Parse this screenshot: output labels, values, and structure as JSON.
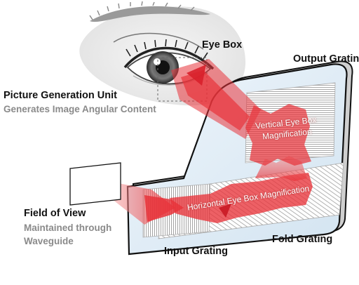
{
  "labels": {
    "eye_box": "Eye Box",
    "output_grating": "Output Grating",
    "pgu_title": "Picture Generation Unit",
    "pgu_sub": "Generates Image Angular Content",
    "fov_title": "Field of View",
    "fov_sub_line1": "Maintained through",
    "fov_sub_line2": "Waveguide",
    "input_grating": "Input Grating",
    "fold_grating": "Fold Grating",
    "vertical_mag_line1": "Vertical Eye Box",
    "vertical_mag_line2": "Magnification",
    "horizontal_mag": "Horizontal Eye Box Magnification"
  },
  "colors": {
    "beam_red": "#e8333a",
    "beam_light": "#f6b3b3",
    "waveguide_outline": "#111111",
    "waveguide_tint": "#dbe9f4",
    "grating_gray": "#b4b4b4",
    "subtitle_gray": "#8a8a8a"
  }
}
